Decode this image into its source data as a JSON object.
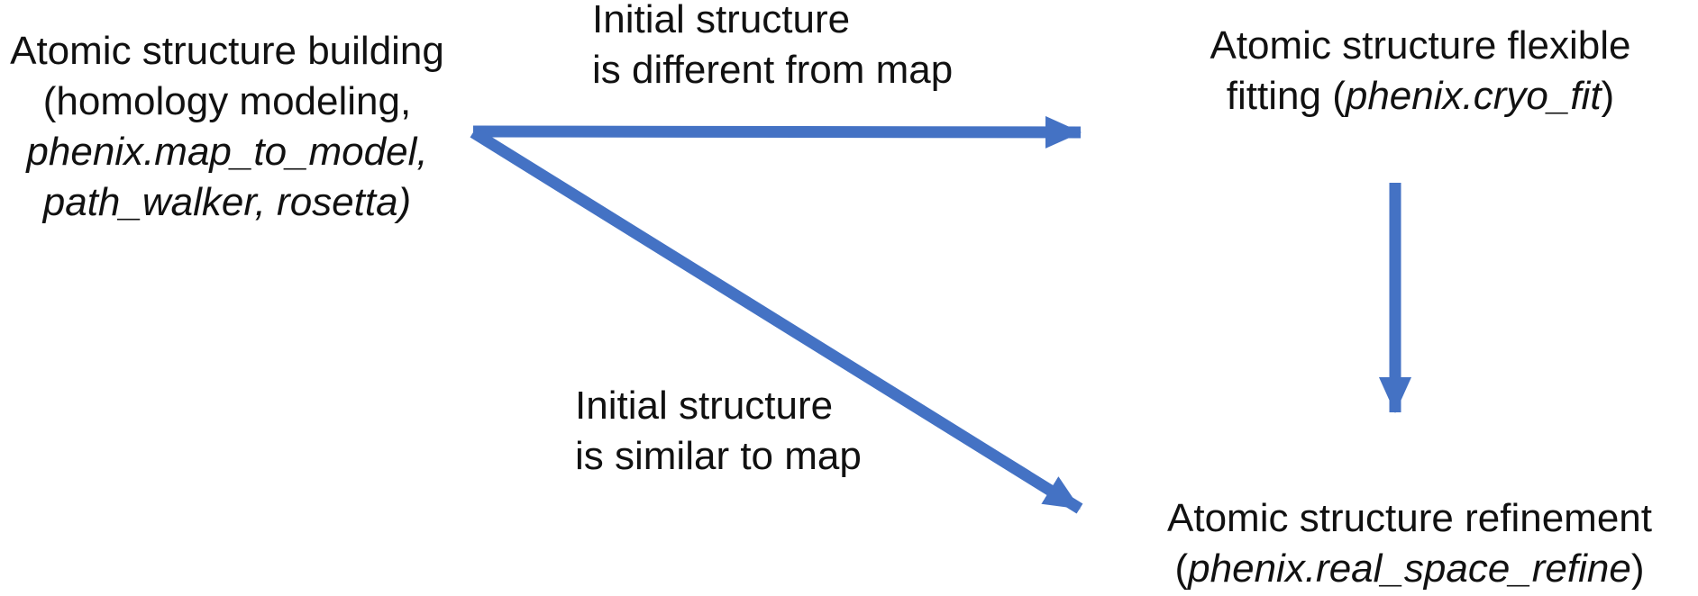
{
  "colors": {
    "arrow": "#4472C4",
    "text": "#111111",
    "background": "#ffffff"
  },
  "nodes": {
    "building": {
      "line1": "Atomic structure building",
      "line2": "(homology modeling,",
      "line3": "phenix.map_to_model,",
      "line4": "path_walker, rosetta)"
    },
    "flexible_fitting": {
      "line1": "Atomic structure flexible",
      "line2_prefix": "fitting (",
      "line2_italic": "phenix.cryo_fit",
      "line2_suffix": ")"
    },
    "refinement": {
      "line1": "Atomic structure refinement",
      "line2_prefix": "(",
      "line2_italic": "phenix.real_space_refine",
      "line2_suffix": ")"
    }
  },
  "edge_labels": {
    "different": {
      "line1": "Initial structure",
      "line2": "is different from map"
    },
    "similar": {
      "line1": "Initial structure",
      "line2": "is similar to map"
    }
  }
}
